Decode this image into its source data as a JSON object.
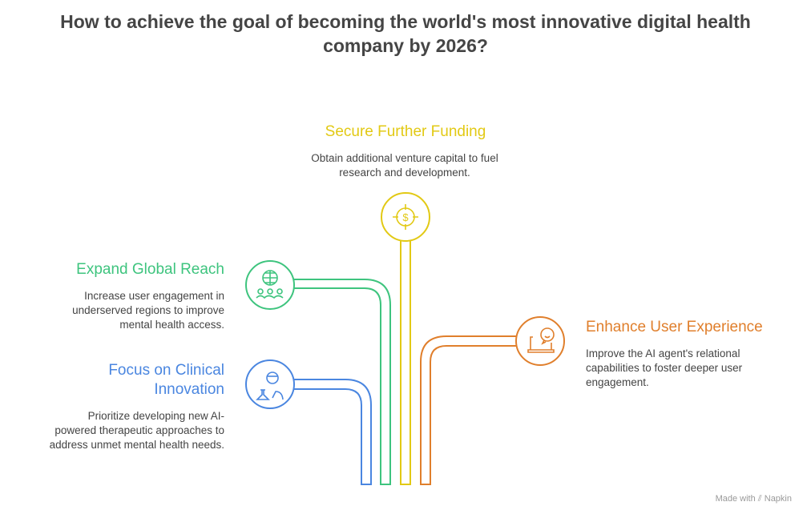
{
  "title": "How to achieve the goal of becoming the world's most innovative digital health company by 2026?",
  "items": [
    {
      "heading": "Secure Further Funding",
      "desc": "Obtain additional venture capital to fuel research and development.",
      "color": "#e2c914",
      "icon": "dollar-target-icon"
    },
    {
      "heading": "Expand Global Reach",
      "desc": "Increase user engagement in underserved regions to improve mental health access.",
      "color": "#3ec47e",
      "icon": "globe-people-icon"
    },
    {
      "heading": "Enhance User Experience",
      "desc": "Improve the AI agent's relational capabilities to foster deeper user engagement.",
      "color": "#e07f2c",
      "icon": "laptop-smile-icon"
    },
    {
      "heading": "Focus on Clinical Innovation",
      "desc": "Prioritize developing new AI-powered therapeutic approaches to address unmet mental health needs.",
      "color": "#4a86e0",
      "icon": "scientist-flask-icon"
    }
  ],
  "footer": {
    "made_with": "Made with",
    "brand": "Napkin"
  }
}
